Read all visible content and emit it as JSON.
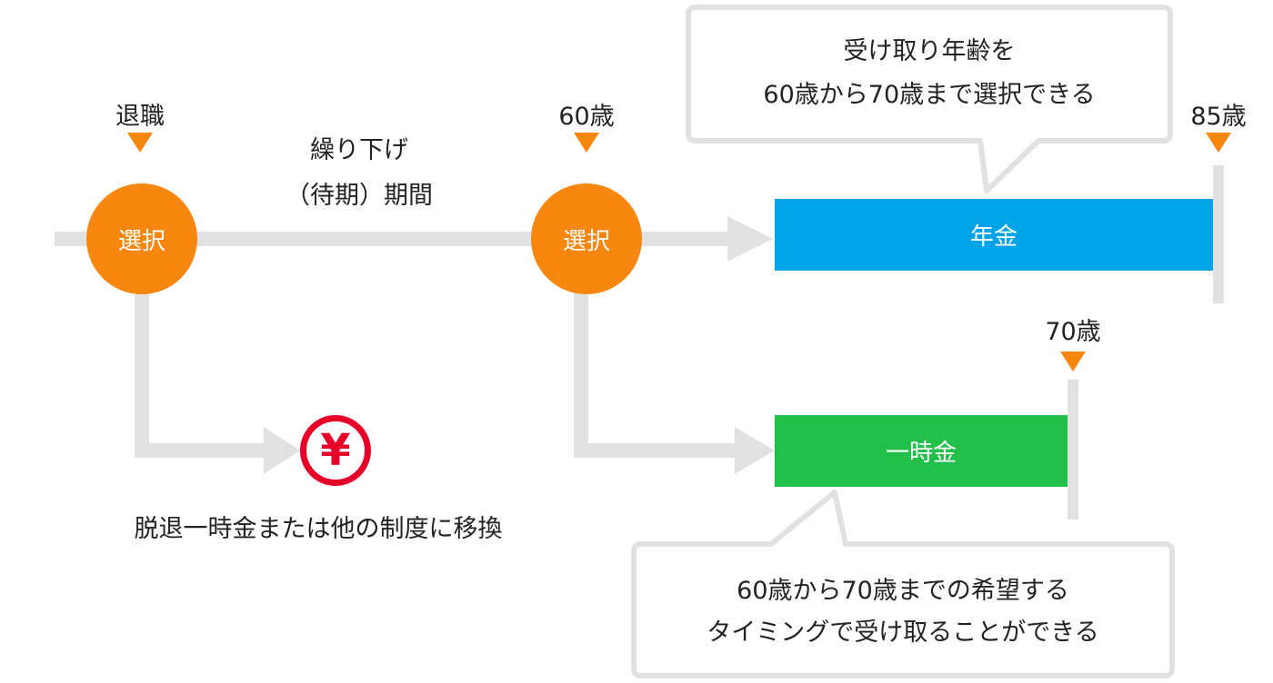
{
  "labels": {
    "retire": "退職",
    "age60": "60歳",
    "age85": "85歳",
    "age70": "70歳",
    "deferral_line1": "繰り下げ",
    "deferral_line2": "（待期）期間",
    "exit": "脱退一時金または他の制度に移換"
  },
  "nodes": {
    "select1": "選択",
    "select2": "選択"
  },
  "bars": {
    "pension": "年金",
    "lump_sum": "一時金"
  },
  "callouts": {
    "top_line1": "受け取り年齢を",
    "top_line2": "60歳から70歳まで選択できる",
    "bottom_line1": "60歳から70歳までの希望する",
    "bottom_line2": "タイミングで受け取ることができる"
  },
  "icons": {
    "yen_symbol": "¥"
  },
  "colors": {
    "orange": "#f7870f",
    "blue": "#00a3e8",
    "green": "#22c04b",
    "gray": "#e1e1e1",
    "red": "#e60028"
  }
}
